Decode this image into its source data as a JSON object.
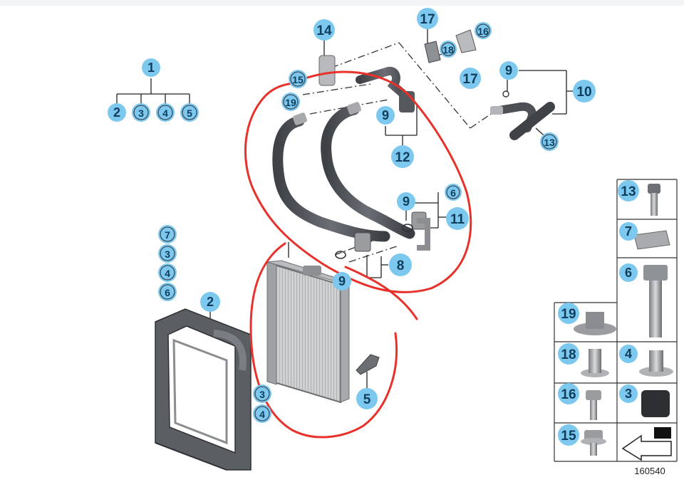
{
  "diagram": {
    "callouts": {
      "c1": "1",
      "c2a": "2",
      "c3a": "3",
      "c4a": "4",
      "c5a": "5",
      "c14": "14",
      "c15": "15",
      "c19": "19",
      "c17a": "17",
      "c18": "18",
      "c16": "16",
      "c17b": "17",
      "c9a": "9",
      "c10": "10",
      "c13": "13",
      "c9b": "9",
      "c12": "12",
      "c9c": "9",
      "c6a": "6",
      "c11": "11",
      "c8": "8",
      "c9d": "9",
      "c7a": "7",
      "c3b": "3",
      "c4b": "4",
      "c6b": "6",
      "c2b": "2",
      "c3c": "3",
      "c4c": "4",
      "c5b": "5"
    },
    "legend": {
      "l13": "13",
      "l7": "7",
      "l6": "6",
      "l19": "19",
      "l18": "18",
      "l4": "4",
      "l16": "16",
      "l3": "3",
      "l15": "15"
    },
    "drawing_number": "160540",
    "colors": {
      "callout_fill": "#7cc8ee",
      "callout_text": "#0f3d5c",
      "annotation": "#e8312a",
      "part_gray": "#5a5d62",
      "line": "#222222"
    }
  }
}
